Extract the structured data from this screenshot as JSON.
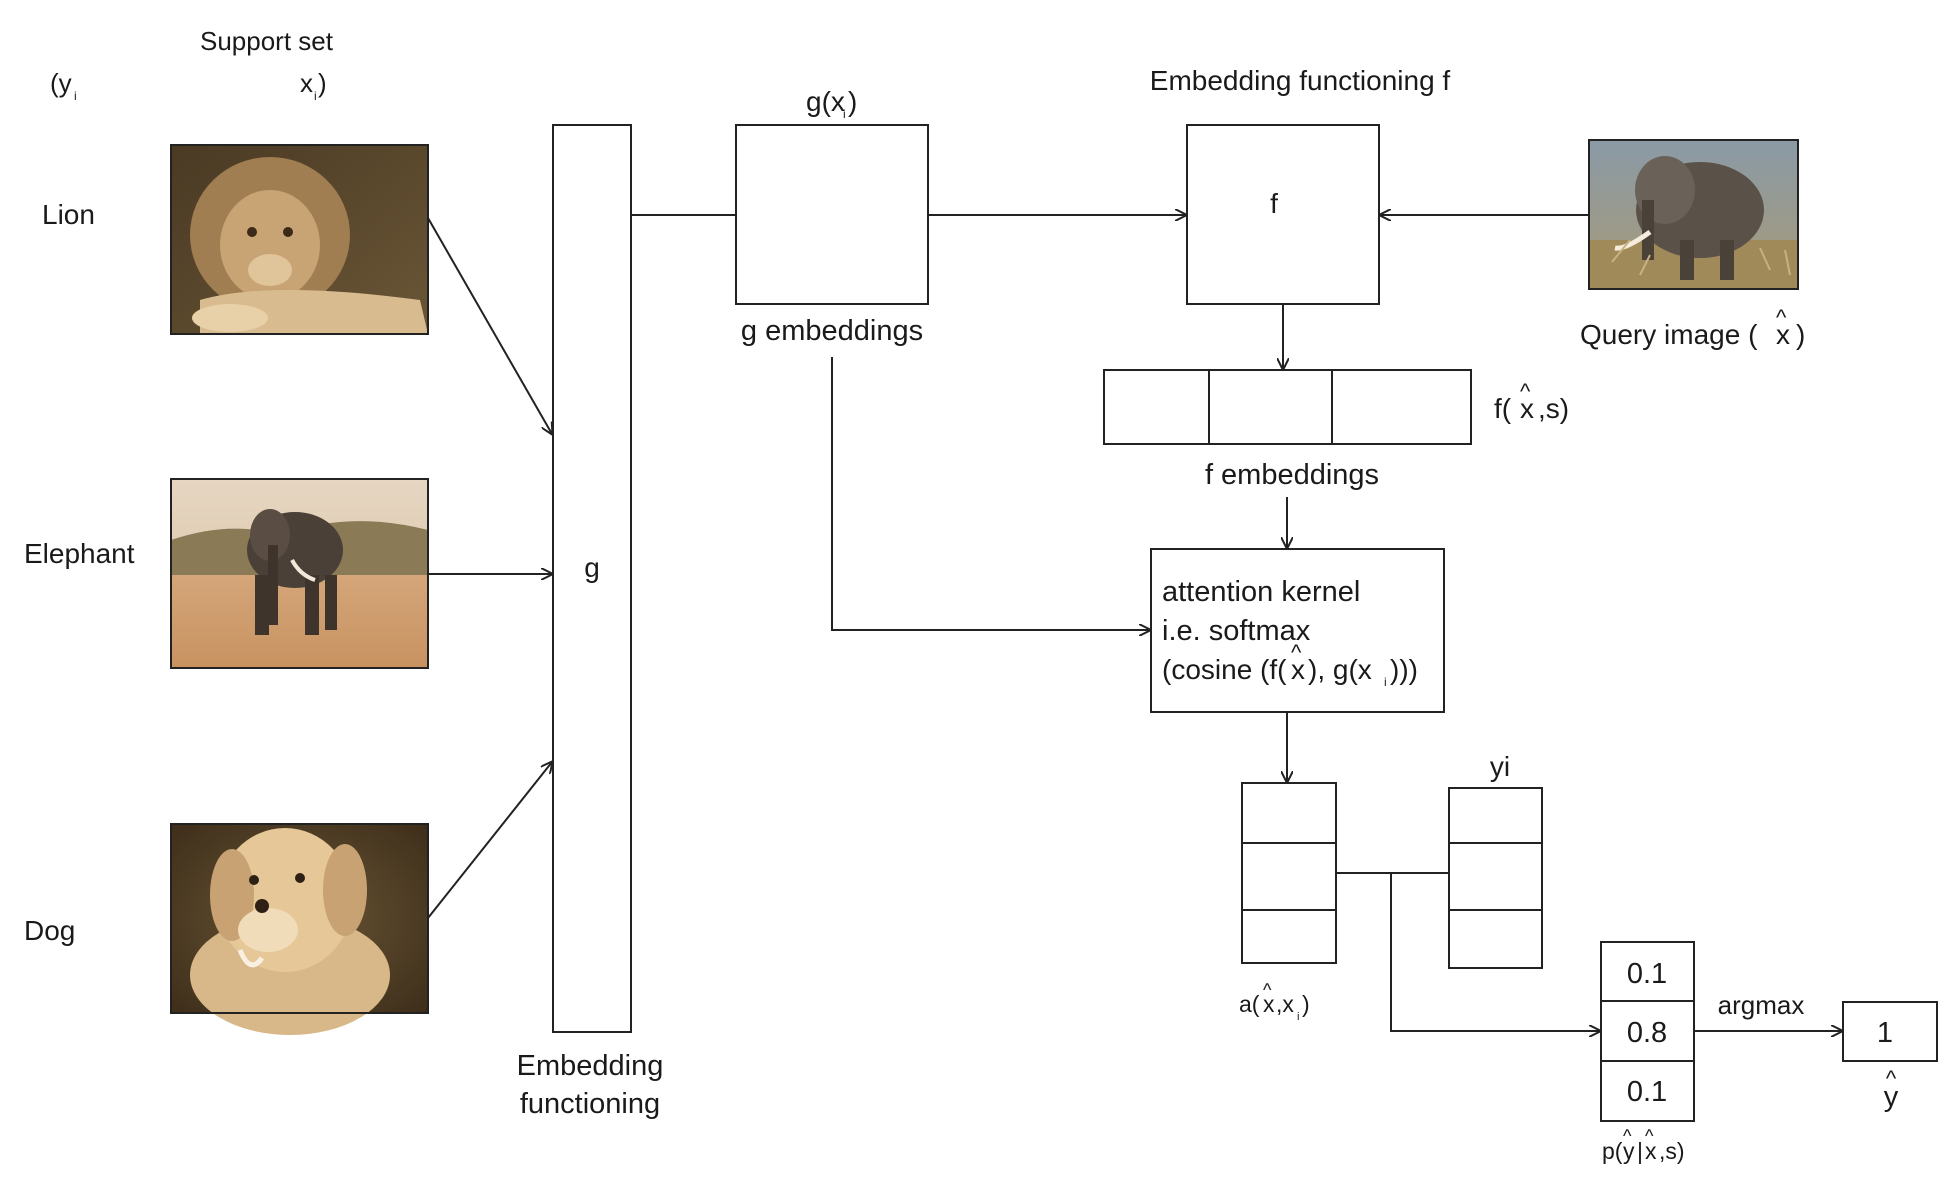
{
  "support_set": {
    "title": "Support set",
    "header_y": "(y",
    "header_y_sub": "i",
    "header_x": "x",
    "header_x_sub": "i",
    "header_close": ")",
    "rows": [
      {
        "label": "Lion",
        "image": "lion-photo"
      },
      {
        "label": "Elephant",
        "image": "elephant-photo"
      },
      {
        "label": "Dog",
        "image": "dog-photo"
      }
    ]
  },
  "g_block": {
    "label": "g",
    "caption_line1": "Embedding",
    "caption_line2": "functioning"
  },
  "g_embed": {
    "title": "g(x",
    "title_sub": "i",
    "title_close": ")",
    "caption": "g embeddings"
  },
  "f_block": {
    "title": "Embedding functioning f",
    "label": "f"
  },
  "query": {
    "caption": "Query image (",
    "caption_var": "x",
    "caption_hat": "^",
    "caption_close": ")",
    "image": "elephant-query-photo"
  },
  "f_embed": {
    "label_prefix": "f(",
    "label_var": "x",
    "label_hat": "^",
    "label_suffix": ",s)",
    "caption": "f embeddings"
  },
  "attention": {
    "line1": "attention kernel",
    "line2": "i.e. softmax",
    "line3_a": "(cosine (f(",
    "line3_var": "x",
    "line3_hat": "^",
    "line3_b": "), g(x",
    "line3_sub": "i",
    "line3_c": ")))"
  },
  "a_vector": {
    "label_a": "a(",
    "label_var": "x",
    "label_hat": "^",
    "label_b": ",x",
    "label_sub": "i",
    "label_c": ")"
  },
  "yi_vector": {
    "label": "yi"
  },
  "prob_vector": {
    "values": [
      "0.1",
      "0.8",
      "0.1"
    ],
    "label_a": "p(",
    "label_y": "y",
    "label_hat": "^",
    "label_mid": "|",
    "label_x": "x",
    "label_b": ",s)"
  },
  "argmax": {
    "label": "argmax"
  },
  "output": {
    "value": "1",
    "label": "y",
    "label_hat": "^"
  },
  "colors": {
    "line": "#222222",
    "sepia_light": "#e8c89a",
    "sepia_mid": "#b8905a",
    "sepia_dark": "#5a4226"
  }
}
